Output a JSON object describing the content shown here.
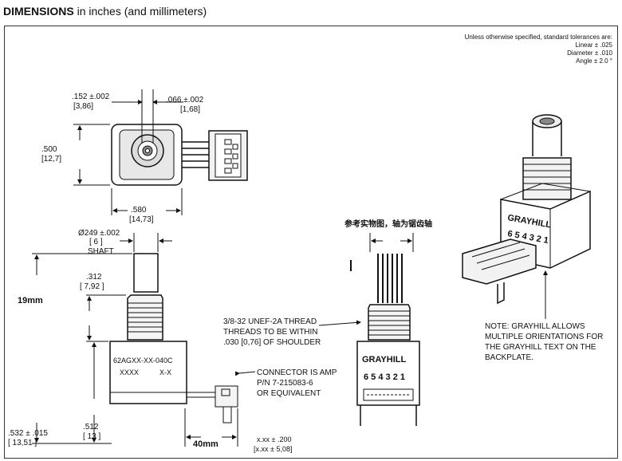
{
  "heading": {
    "bold": "DIMENSIONS",
    "rest": " in inches (and millimeters)"
  },
  "tolerances": [
    "Unless otherwise specified, standard tolerances are:",
    "Linear ± .025",
    "Diameter ± .010",
    "Angle ± 2.0 °"
  ],
  "top_view": {
    "dim_152": ".152 ±.002",
    "dim_152_mm": "[3,86]",
    "dim_066": ".066 ±.002",
    "dim_066_mm": "[1,68]",
    "dim_500": ".500",
    "dim_500_mm": "[12,7]",
    "dim_580": ".580",
    "dim_580_mm": "[14,73]"
  },
  "side_view": {
    "shaft_dia": "Ø249 ±.002",
    "shaft_dia_mm": "[ 6 ]",
    "shaft_label": "SHAFT",
    "dim_312": ".312",
    "dim_312_mm": "[ 7,92 ]",
    "len_19": "19mm",
    "dim_532": ".532 ± .015",
    "dim_532_mm": "[ 13,51 ]",
    "dim_512": ".512",
    "dim_512_mm": "[ 13 ]",
    "len_40": "40mm",
    "body_label_1": "62AGXX-XX-040C",
    "body_label_2": "XXXX",
    "body_label_3": "X-X"
  },
  "notes": {
    "thread": [
      "3/8-32 UNEF-2A THREAD",
      "THREADS TO BE WITHIN",
      ".030 [0,76] OF SHOULDER"
    ],
    "connector": [
      "CONNECTOR IS AMP",
      "P/N 7-215083-6",
      "OR EQUIVALENT"
    ],
    "tol_xx": "x.xx ± .200",
    "tol_xx_mm": "[x.xx ± 5,08]",
    "chinese": "参考实物图，轴为锯齿轴",
    "grayhill": [
      "NOTE: GRAYHILL ALLOWS",
      "MULTIPLE ORIENTATIONS FOR",
      "THE GRAYHILL TEXT ON THE",
      "BACKPLATE."
    ]
  },
  "front_view": {
    "brand": "GRAYHILL",
    "pins": "6 5 4 3 2 1"
  },
  "iso_view": {
    "brand": "GRAYHILL",
    "pins": "6 5 4 3 2 1"
  }
}
